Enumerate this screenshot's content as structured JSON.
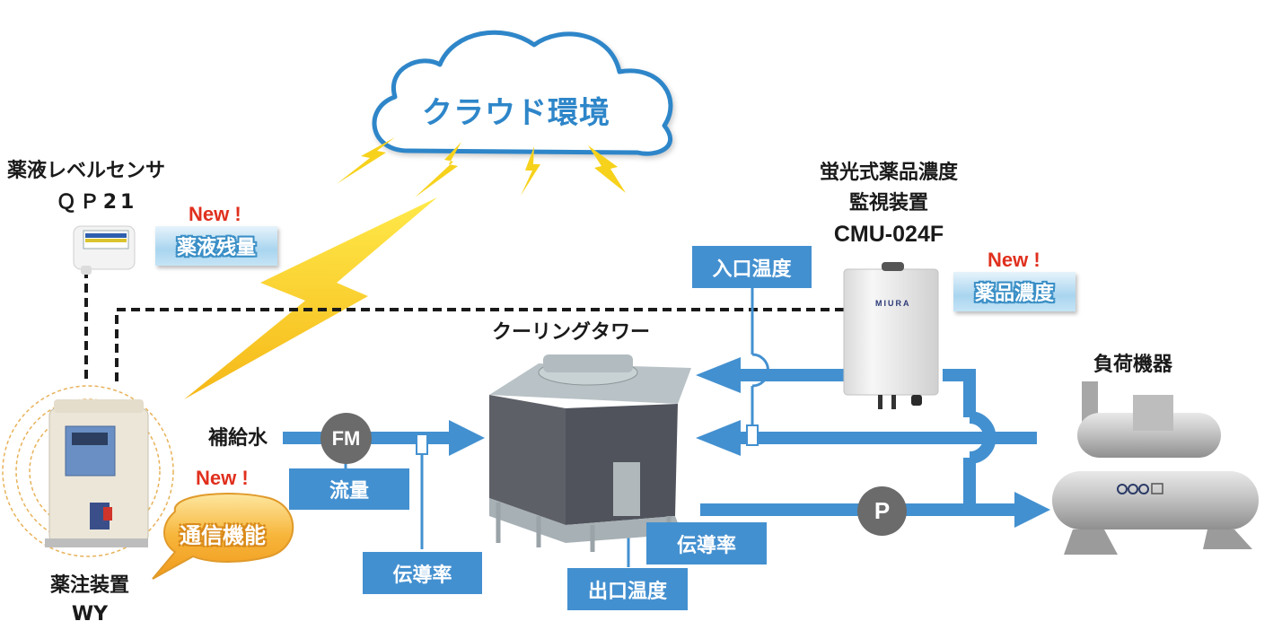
{
  "cloud": {
    "label": "クラウド環境"
  },
  "level_sensor": {
    "name": "薬液レベルセンサ",
    "model": "ＱＰ21",
    "new_label": "New !",
    "feature": "薬液残量"
  },
  "dosing_unit": {
    "name": "薬注装置",
    "model": "WY",
    "new_label": "New !",
    "feature": "通信機能"
  },
  "concentration_monitor": {
    "name_line1": "蛍光式薬品濃度",
    "name_line2": "監視装置",
    "model": "CMU-024F",
    "new_label": "New !",
    "feature": "薬品濃度",
    "brand": "MIURA"
  },
  "cooling_tower": {
    "name": "クーリングタワー"
  },
  "load_equipment": {
    "name": "負荷機器"
  },
  "makeup_water": {
    "label": "補給水"
  },
  "gauges": {
    "flow_meter": "FM",
    "pump": "P"
  },
  "measurement_tags": {
    "flow": "流量",
    "conductivity_makeup": "伝導率",
    "inlet_temp": "入口温度",
    "outlet_temp": "出口温度",
    "conductivity_tower": "伝導率"
  },
  "colors": {
    "pipe": "#4390d0",
    "cloud_outline": "#2e86c9",
    "new": "#e0301e",
    "lightning": "#f7d21c",
    "gauge": "#6b6b6b"
  }
}
